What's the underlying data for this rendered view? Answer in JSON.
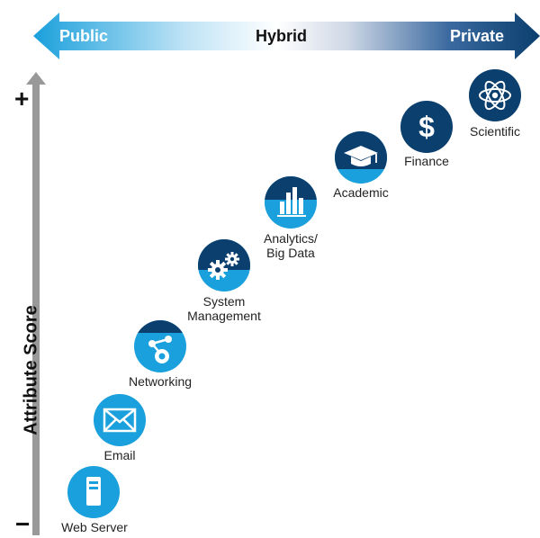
{
  "top_arrow": {
    "left_label": "Public",
    "middle_label": "Hybrid",
    "right_label": "Private"
  },
  "axis": {
    "title": "Attribute Score",
    "high_marker": "+",
    "low_marker": "−"
  },
  "workloads": [
    {
      "label": "Web Server",
      "icon": "server-icon"
    },
    {
      "label": "Email",
      "icon": "envelope-icon"
    },
    {
      "label": "Networking",
      "icon": "network-nodes-icon"
    },
    {
      "label": "System\nManagement",
      "icon": "gears-icon"
    },
    {
      "label": "Analytics/\nBig Data",
      "icon": "bar-chart-icon"
    },
    {
      "label": "Academic",
      "icon": "graduation-cap-icon"
    },
    {
      "label": "Finance",
      "icon": "dollar-icon"
    },
    {
      "label": "Scientific",
      "icon": "atom-icon"
    }
  ],
  "colors": {
    "light_blue": "#1aa0dc",
    "dark_blue": "#0b3f6e",
    "axis_gray": "#999999"
  }
}
